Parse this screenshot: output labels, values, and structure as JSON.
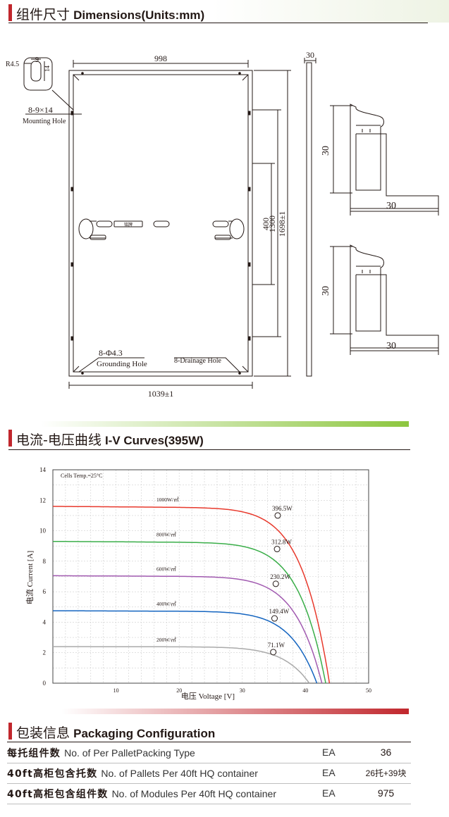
{
  "dimensions": {
    "section_title_cn": "组件尺寸",
    "section_title_en": "Dimensions(Units:mm)",
    "front": {
      "width_label": "998",
      "overall_width_label": "1039±1",
      "height_label": "1698±1",
      "dim_1300": "1300",
      "dim_400": "400",
      "radius_label": "R4.5",
      "slot_w_label": "9",
      "slot_h_label": "14",
      "mount_label": "8-9×14",
      "mount_desc": "Mounting Hole",
      "ground_label": "8-Φ4.3",
      "ground_desc": "Grounding Hole",
      "drain_desc": "8-Drainage Hole",
      "jbox_label": "铭牌"
    },
    "side": {
      "thickness_label": "30"
    },
    "profile1": {
      "h_label": "30",
      "w_label": "30"
    },
    "profile2": {
      "h_label": "30",
      "w_label": "30"
    }
  },
  "iv": {
    "section_title_cn": "电流-电压曲线",
    "section_title_en": "I-V Curves(395W)"
  },
  "chart_data": {
    "type": "line",
    "title": "",
    "annotation": "Cells Temp.=25°C",
    "xlabel": "电压 Voltage [V]",
    "ylabel": "电流 Current [A]",
    "xlim": [
      0,
      50
    ],
    "ylim": [
      0,
      14
    ],
    "xticks": [
      10,
      20,
      30,
      40,
      50
    ],
    "yticks": [
      0,
      2,
      4,
      6,
      8,
      10,
      12,
      14
    ],
    "grid": true,
    "series": [
      {
        "name": "1000W/㎡",
        "isc": 11.6,
        "voc": 43.8,
        "mpp_v": 35.6,
        "mpp_i": 11.0,
        "mpp_label": "396.5W",
        "color": "#e8392c"
      },
      {
        "name": "800W/㎡",
        "isc": 9.3,
        "voc": 43.2,
        "mpp_v": 35.5,
        "mpp_i": 8.8,
        "mpp_label": "312.8W",
        "color": "#3aae49"
      },
      {
        "name": "600W/㎡",
        "isc": 7.05,
        "voc": 42.6,
        "mpp_v": 35.3,
        "mpp_i": 6.52,
        "mpp_label": "230.2W",
        "color": "#a15ab0"
      },
      {
        "name": "400W/㎡",
        "isc": 4.75,
        "voc": 41.8,
        "mpp_v": 35.1,
        "mpp_i": 4.25,
        "mpp_label": "149.4W",
        "color": "#1565c0"
      },
      {
        "name": "200W/㎡",
        "isc": 2.4,
        "voc": 40.6,
        "mpp_v": 34.9,
        "mpp_i": 2.04,
        "mpp_label": "71.1W",
        "color": "#aaaaaa"
      }
    ]
  },
  "packaging": {
    "section_title_cn": "包装信息",
    "section_title_en": "Packaging Configuration",
    "rows": [
      {
        "cn": "每托组件数",
        "en": "No. of Per PalletPacking Type",
        "unit": "EA",
        "value": "36"
      },
      {
        "cn": "40ft高柜包含托数",
        "en": "No. of Pallets Per 40ft HQ container",
        "unit": "EA",
        "value": "26托+39块"
      },
      {
        "cn": "40ft高柜包含组件数",
        "en": "No. of Modules Per 40ft HQ container",
        "unit": "EA",
        "value": "975"
      }
    ]
  },
  "colors": {
    "accent_red": "#c1272d",
    "accent_green": "#8dc63f"
  }
}
